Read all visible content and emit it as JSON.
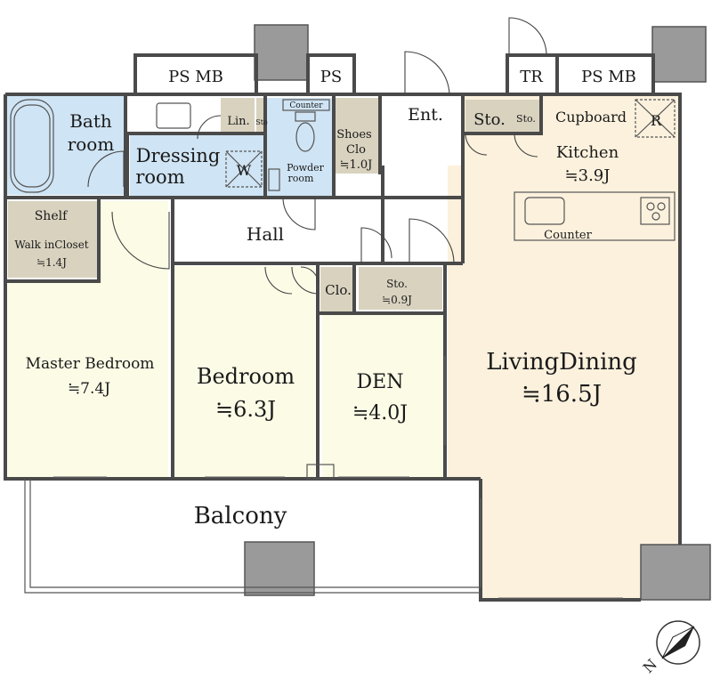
{
  "rooms": {
    "bath": {
      "line1": "Bath",
      "line2": "room"
    },
    "dressing": {
      "line1": "Dressing",
      "line2": "room",
      "w": "W"
    },
    "lin": "Lin.",
    "sto_small": "Sto",
    "counter_wc": "Counter",
    "powder": {
      "line1": "Powder",
      "line2": "room"
    },
    "shoes": {
      "line1": "Shoes",
      "line2": "Clo",
      "line3": "≒1.0J"
    },
    "ent": "Ent.",
    "sto_kitchen": "Sto.",
    "sto_kitchen_small": "Sto.",
    "cupboard": "Cupboard",
    "fridge": "R",
    "kitchen": {
      "line1": "Kitchen",
      "line2": "≒3.9J"
    },
    "counter_kitchen": "Counter",
    "shelf": "Shelf",
    "walkin": {
      "line1": "Walk inCloset",
      "line2": "≒1.4J"
    },
    "hall": "Hall",
    "clo": "Clo.",
    "sto_hall": {
      "line1": "Sto.",
      "line2": "≒0.9J"
    },
    "master": {
      "line1": "Master Bedroom",
      "line2": "≒7.4J"
    },
    "bedroom": {
      "line1": "Bedroom",
      "line2": "≒6.3J"
    },
    "den": {
      "line1": "DEN",
      "line2": "≒4.0J"
    },
    "living": {
      "line1": "LivingDining",
      "line2": "≒16.5J"
    },
    "balcony": "Balcony"
  },
  "shafts": {
    "ps_mb_left": "PS MB",
    "ps": "PS",
    "tr": "TR",
    "ps_mb_right": "PS MB"
  },
  "compass": {
    "label": "N"
  },
  "colors": {
    "bath": "#cfe4f4",
    "bedroom": "#fcfbe6",
    "living": "#fcf1dd",
    "storage": "#d8d2bf",
    "wall": "#4a4a4a",
    "column": "#9a9a9a"
  }
}
